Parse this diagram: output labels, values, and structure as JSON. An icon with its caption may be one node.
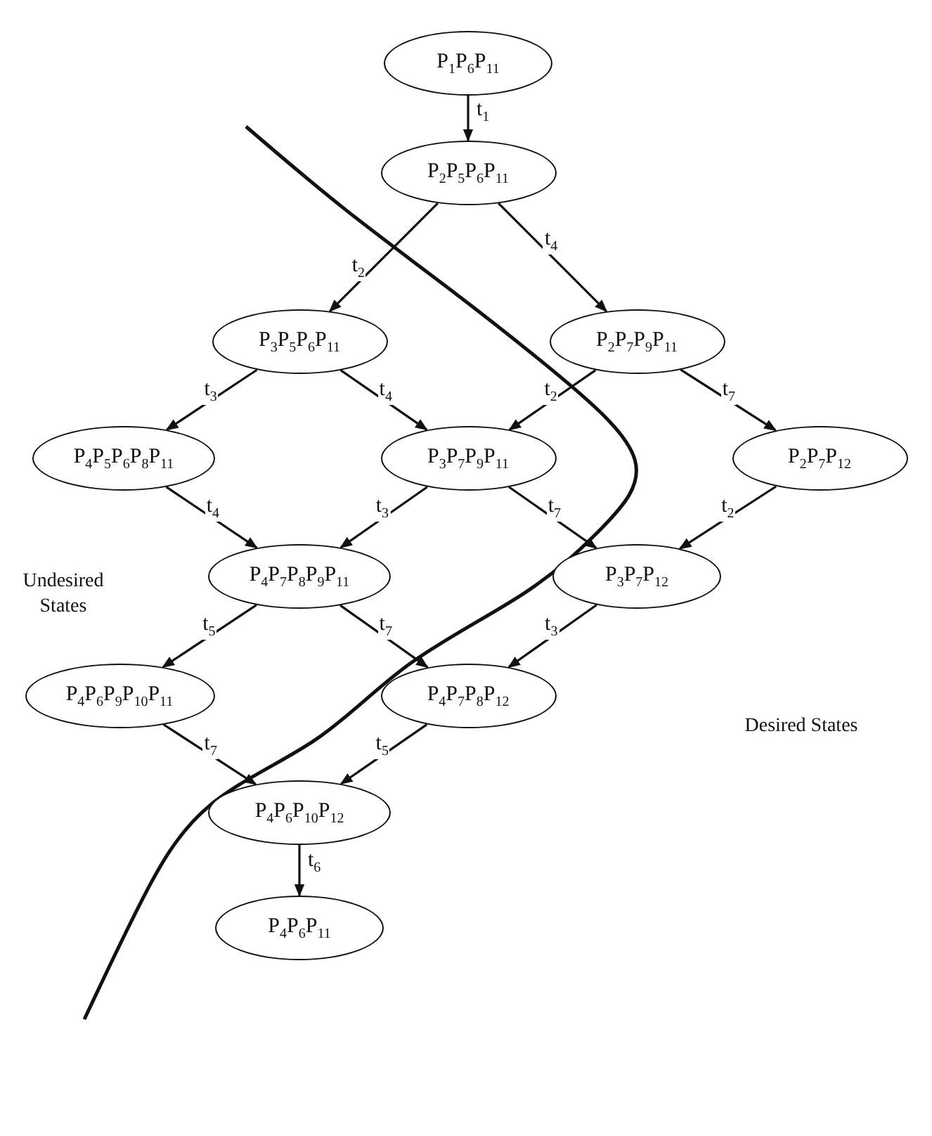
{
  "diagram": {
    "nodes": [
      {
        "text": [
          "P$_{1}$P$_{6}$P$_{11}$"
        ]
      },
      {
        "text": [
          "P$_{2}$P$_{5}$P$_{6}$P$_{11}$"
        ]
      },
      {
        "text": [
          "P$_{3}$P$_{5}$P$_{6}$P$_{11}$"
        ]
      },
      {
        "text": [
          "P$_{2}$P$_{7}$P$_{9}$P$_{11}$"
        ]
      },
      {
        "text": [
          "P$_{4}$P$_{5}$P$_{6}$P$_{8}$P$_{11}$"
        ]
      },
      {
        "text": [
          "P$_{3}$P$_{7}$P$_{9}$P$_{11}$"
        ]
      },
      {
        "text": [
          "P$_{2}$P$_{7}$P$_{12}$"
        ]
      },
      {
        "text": [
          "P$_{4}$P$_{7}$P$_{8}$P$_{9}$P$_{11}$"
        ]
      },
      {
        "text": [
          "P$_{3}$P$_{7}$P$_{12}$"
        ]
      },
      {
        "text": [
          "P$_{4}$P$_{6}$P$_{9}$P$_{10}$P$_{11}$"
        ]
      },
      {
        "text": [
          "P$_{4}$P$_{7}$P$_{8}$P$_{12}$"
        ]
      },
      {
        "text": [
          "P$_{4}$P$_{6}$P$_{10}$P$_{12}$"
        ]
      },
      {
        "text": [
          "P$_{4}$P$_{6}$P$_{11}$"
        ]
      }
    ],
    "edges": [
      {
        "from": 0,
        "to": 1,
        "arrow": "to",
        "label": "t$_{1}$"
      },
      {
        "from": 1,
        "to": 2,
        "arrow": "to",
        "label": "t$_{2}$"
      },
      {
        "from": 1,
        "to": 3,
        "arrow": "to",
        "label": "t$_{4}$"
      },
      {
        "from": 2,
        "to": 4,
        "arrow": "to",
        "label": "t$_{3}$"
      },
      {
        "from": 2,
        "to": 5,
        "arrow": "to",
        "label": "t$_{4}$"
      },
      {
        "from": 3,
        "to": 5,
        "arrow": "to",
        "label": "t$_{2}$"
      },
      {
        "from": 3,
        "to": 6,
        "arrow": "to",
        "label": "t$_{7}$"
      },
      {
        "from": 4,
        "to": 7,
        "arrow": "to",
        "label": "t$_{4}$"
      },
      {
        "from": 5,
        "to": 7,
        "arrow": "to",
        "label": "t$_{3}$"
      },
      {
        "from": 5,
        "to": 8,
        "arrow": "to",
        "label": "t$_{7}$"
      },
      {
        "from": 6,
        "to": 8,
        "arrow": "to",
        "label": "t$_{2}$"
      },
      {
        "from": 7,
        "to": 9,
        "arrow": "to",
        "label": "t$_{5}$"
      },
      {
        "from": 7,
        "to": 10,
        "arrow": "to",
        "label": "t$_{7}$"
      },
      {
        "from": 8,
        "to": 10,
        "arrow": "to",
        "label": "t$_{3}$"
      },
      {
        "from": 9,
        "to": 11,
        "arrow": "to",
        "label": "t$_{7}$"
      },
      {
        "from": 10,
        "to": 11,
        "arrow": "to",
        "label": "t$_{5}$"
      },
      {
        "from": 11,
        "to": 12,
        "arrow": "to",
        "label": "t$_{6}$"
      }
    ],
    "labels": [
      "Undesired States",
      "Desired States"
    ]
  }
}
